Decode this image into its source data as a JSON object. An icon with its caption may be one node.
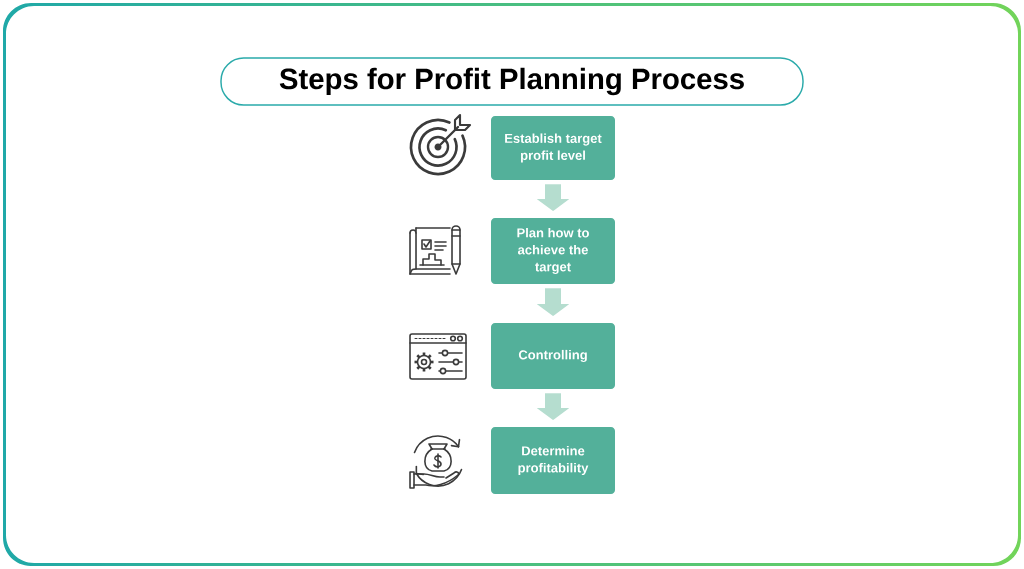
{
  "diagram": {
    "title": "Steps for Profit Planning Process",
    "nodes": [
      {
        "text": [
          "Establish target profit level"
        ]
      },
      {
        "text": [
          "Plan how to achieve the target"
        ]
      },
      {
        "text": [
          "Controlling"
        ]
      },
      {
        "text": [
          "Determine profitability"
        ]
      }
    ],
    "edges": [
      {
        "from": 0,
        "to": 1,
        "arrow": "to"
      },
      {
        "from": 1,
        "to": 2,
        "arrow": "to"
      },
      {
        "from": 2,
        "to": 3,
        "arrow": "to"
      }
    ]
  }
}
